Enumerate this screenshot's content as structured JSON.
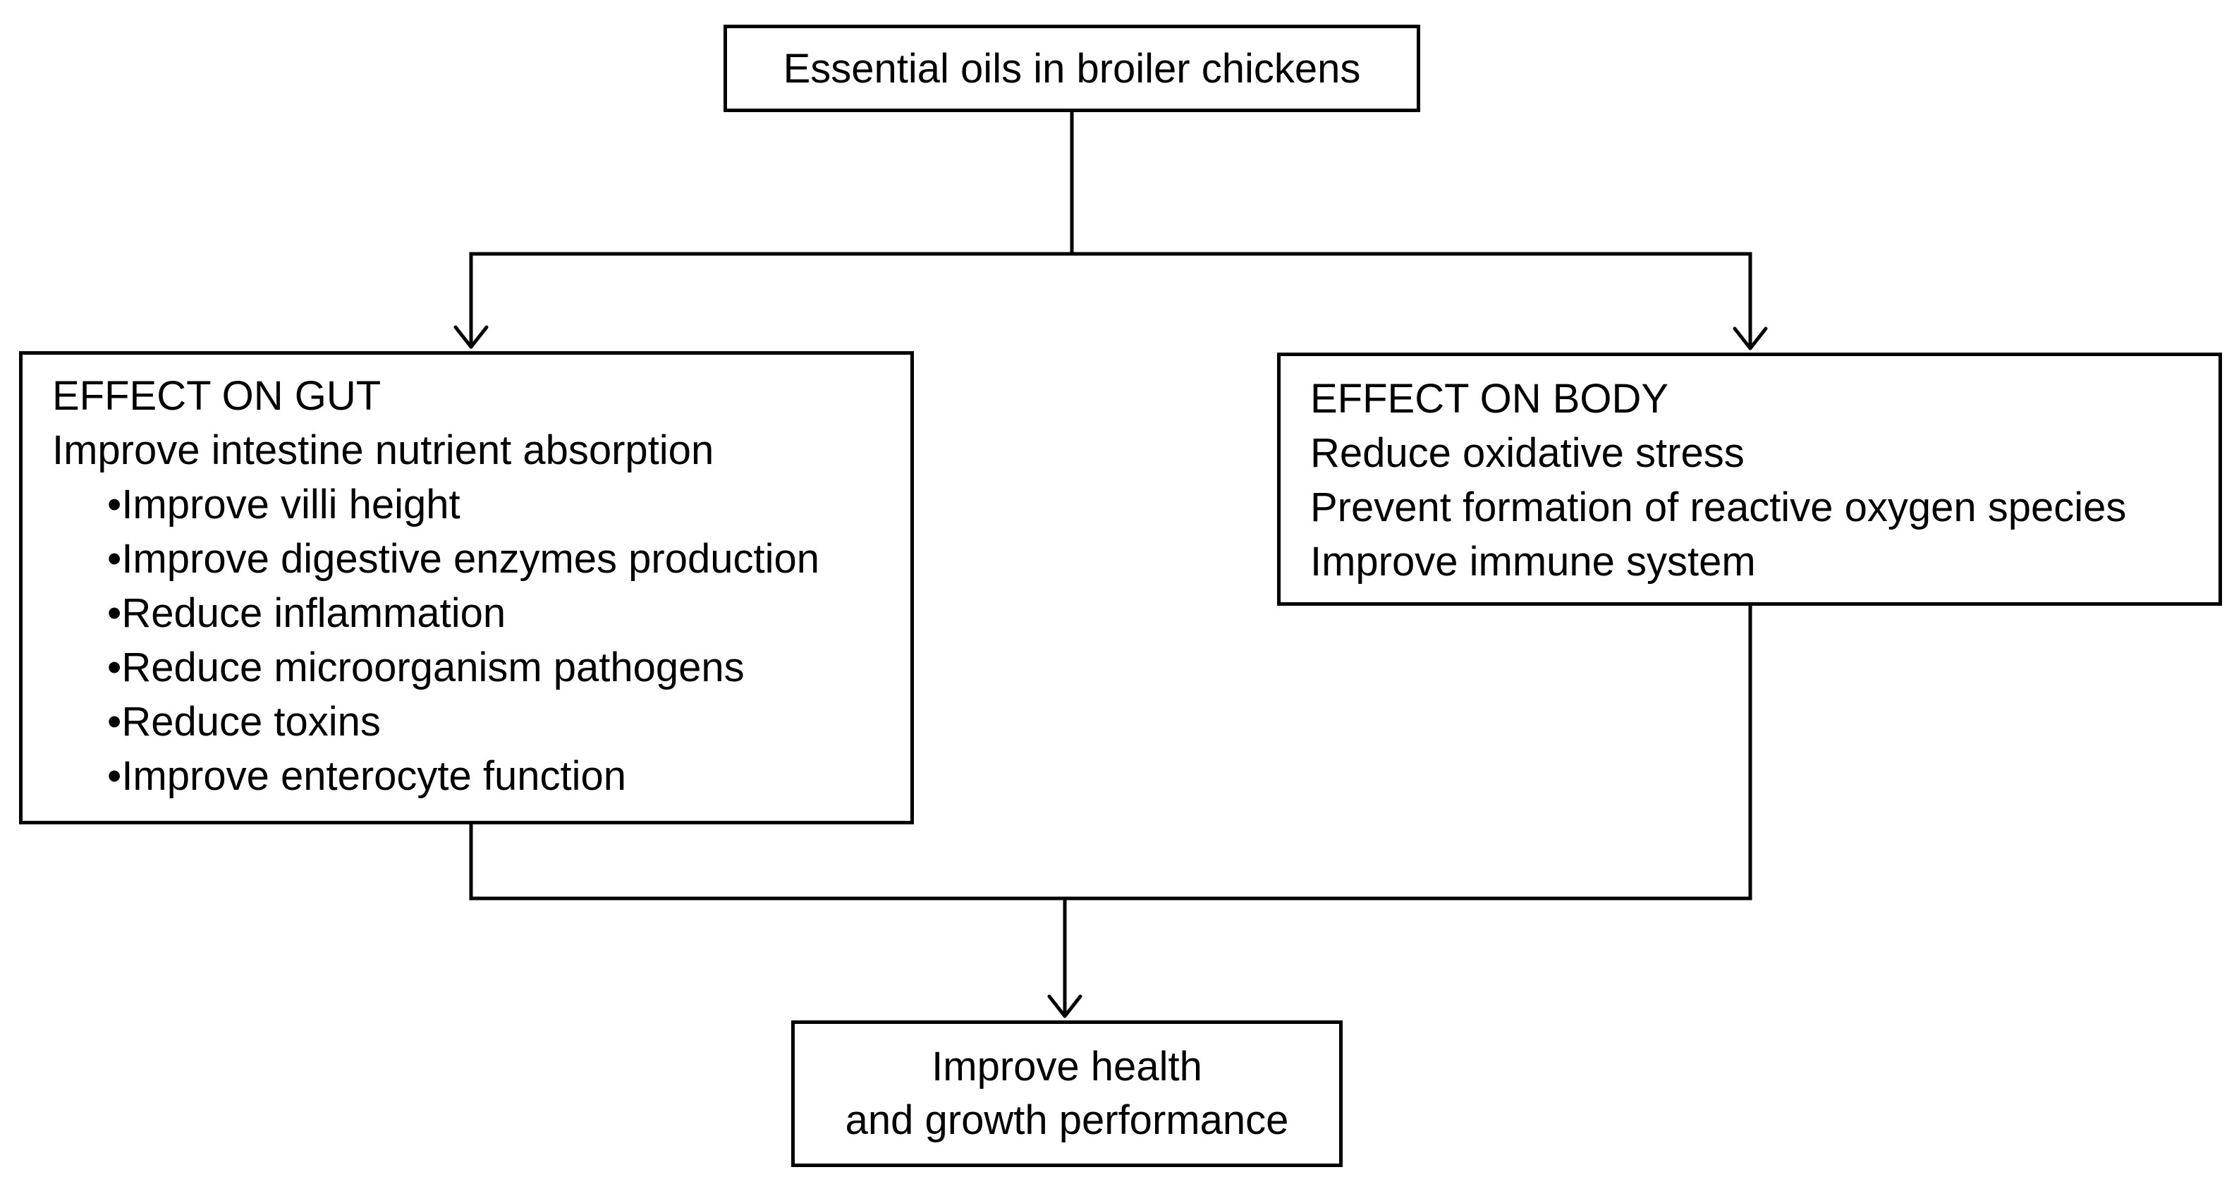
{
  "root": {
    "label": "Essential oils in broiler chickens"
  },
  "gut": {
    "heading": "EFFECT ON GUT",
    "subheading": "Improve intestine nutrient absorption",
    "bullet_char": "•",
    "items": [
      "Improve villi height",
      "Improve digestive enzymes production",
      "Reduce inflammation",
      "Reduce microorganism pathogens",
      "Reduce toxins",
      "Improve enterocyte function"
    ]
  },
  "body": {
    "heading": "EFFECT ON BODY",
    "items": [
      "Reduce oxidative stress",
      "Prevent formation of reactive oxygen species",
      "Improve immune system"
    ]
  },
  "outcome": {
    "lines": [
      "Improve health",
      "and growth performance"
    ]
  }
}
